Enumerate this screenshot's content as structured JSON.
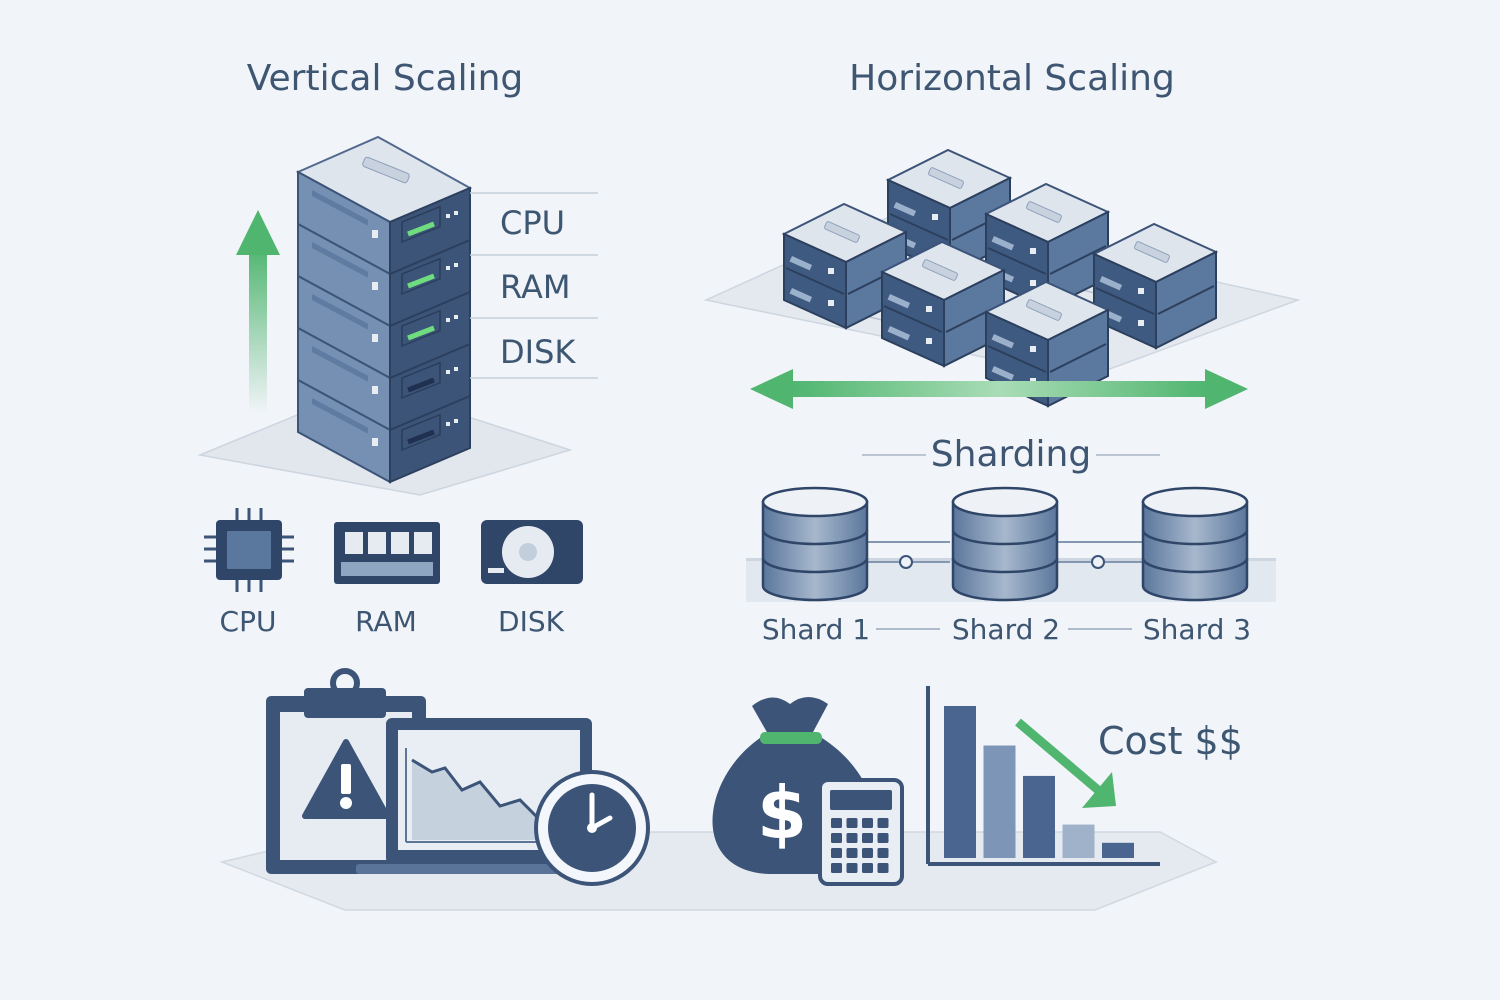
{
  "vertical": {
    "title": "Vertical Scaling",
    "rack_labels": [
      "CPU",
      "RAM",
      "DISK"
    ],
    "components": [
      {
        "label": "CPU",
        "icon": "cpu-chip-icon"
      },
      {
        "label": "RAM",
        "icon": "ram-module-icon"
      },
      {
        "label": "DISK",
        "icon": "hard-disk-icon"
      }
    ]
  },
  "horizontal": {
    "title": "Horizontal Scaling",
    "node_count": 6
  },
  "sharding": {
    "title": "Sharding",
    "shards": [
      "Shard 1",
      "Shard 2",
      "Shard 3"
    ]
  },
  "bottom": {
    "cost_label": "Cost $$",
    "dollar_sign": "$",
    "bar_trend": [
      1.0,
      0.74,
      0.54,
      0.22,
      0.1
    ],
    "icons": [
      "clipboard-warning-icon",
      "monitor-chart-icon",
      "clock-icon",
      "money-bag-icon",
      "calculator-icon",
      "decreasing-bar-chart-icon"
    ]
  },
  "colors": {
    "navy": "#3c5478",
    "steel": "#5e7ba0",
    "light_steel": "#8fa6c3",
    "green": "#4fb56f",
    "background": "#f1f4f8"
  }
}
